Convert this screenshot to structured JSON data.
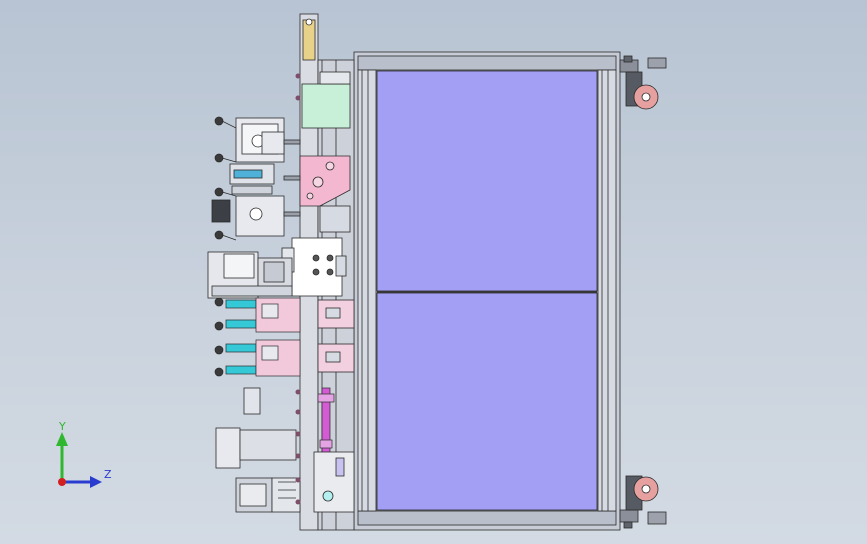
{
  "triad": {
    "y_label": "Y",
    "z_label": "Z",
    "y_color": "#2fb82f",
    "z_color": "#2a3ccf",
    "x_color": "#d21f1f"
  },
  "colors": {
    "background_top": "#b8c4d3",
    "background_bottom": "#d3dae3",
    "frame": "#c7ccd6",
    "panel": "#a29ff5",
    "outline": "#2b2b2b",
    "pink_part": "#f3b8d0",
    "mint_part": "#c8f0d8",
    "cyan_part": "#35c9d8",
    "caster_wheel": "#e7a0a0",
    "magenta_part": "#d35bd3",
    "yellow_part": "#e8d28a"
  },
  "model": {
    "name_icon": "machine-assembly-side-view",
    "panel_icon": "transparent-panel"
  }
}
